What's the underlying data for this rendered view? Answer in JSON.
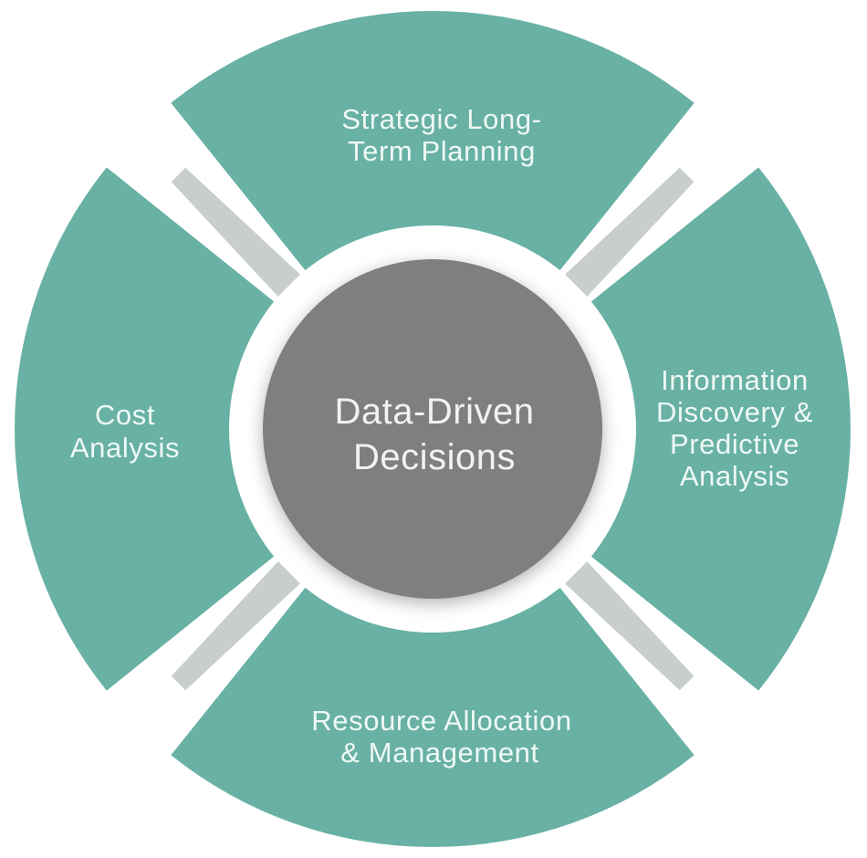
{
  "diagram": {
    "type": "segmented-cycle",
    "center": {
      "label": "Data-Driven Decisions",
      "lines": [
        "Data-Driven",
        "Decisions"
      ]
    },
    "segments": [
      {
        "position": "top",
        "label": "Strategic Long-Term Planning",
        "lines": [
          "Strategic Long-",
          "Term Planning"
        ]
      },
      {
        "position": "right",
        "label": "Information Discovery & Predictive Analysis",
        "lines": [
          "Information",
          "Discovery &",
          "Predictive",
          "Analysis"
        ]
      },
      {
        "position": "bottom",
        "label": "Resource Allocation & Management",
        "lines": [
          "Resource Allocation",
          "& Management"
        ]
      },
      {
        "position": "left",
        "label": "Cost Analysis",
        "lines": [
          "Cost",
          "Analysis"
        ]
      }
    ]
  },
  "colors": {
    "segment": "#68B1A4",
    "wedge": "#C8CECC",
    "center_circle": "#7F7F7F",
    "label_text": "#EFF8F5",
    "center_text": "#F2F2F2",
    "background": "#FFFFFF"
  }
}
